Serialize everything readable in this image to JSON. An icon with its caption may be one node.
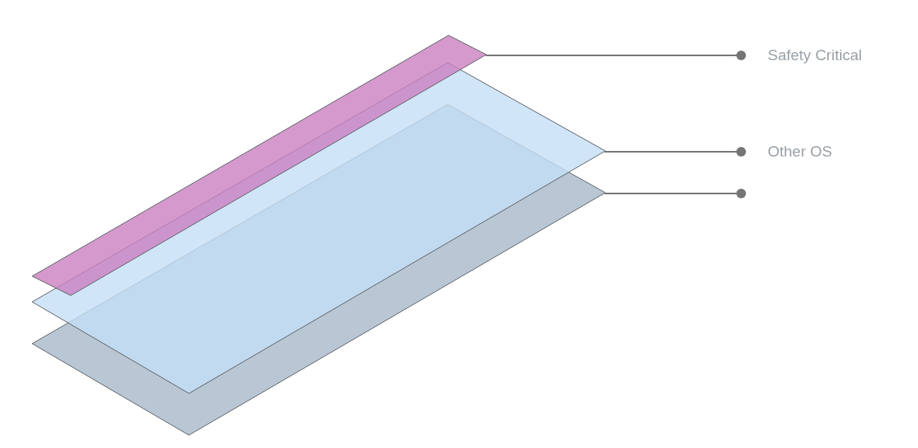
{
  "diagram": {
    "nodes": [
      {
        "text": [],
        "shape": "parallelogram"
      },
      {
        "text": [],
        "shape": "parallelogram"
      },
      {
        "text": [],
        "shape": "parallelogram"
      },
      {
        "text": [
          "Safety Critical"
        ]
      },
      {
        "text": [
          "Other OS"
        ]
      },
      {
        "text": [],
        "shape": "circle"
      }
    ],
    "edges": [
      {
        "from": 3,
        "to": 2,
        "arrow": "other"
      },
      {
        "from": 4,
        "to": 1,
        "arrow": "other"
      },
      {
        "from": 5,
        "to": 0,
        "arrow": "none"
      }
    ]
  }
}
